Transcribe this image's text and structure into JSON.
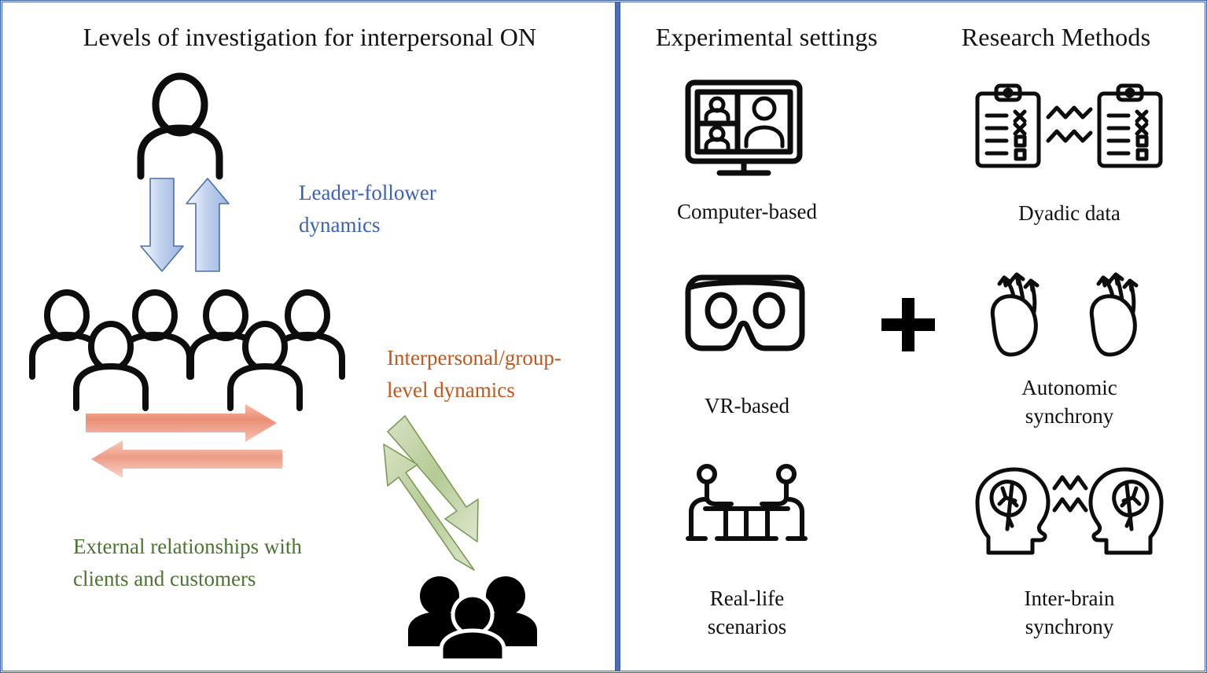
{
  "figure": {
    "border_color": "#3B5CA0",
    "divider_color": "#4A6DB5",
    "background": "#ffffff"
  },
  "left_panel": {
    "title": "Levels of investigation for interpersonal ON",
    "labels": [
      {
        "id": "leader-follower",
        "text": "Leader-follower dynamics",
        "line1": "Leader-follower",
        "line2": "dynamics",
        "color": "#3B62B5"
      },
      {
        "id": "interpersonal-group",
        "text": "Interpersonal/group-level dynamics",
        "line1": "Interpersonal/group-",
        "line2": "level dynamics",
        "color": "#C4561C"
      },
      {
        "id": "external-relationships",
        "text": "External relationships with clients and customers",
        "line1": "External relationships with",
        "line2": "clients and customers",
        "color": "#4C7430"
      }
    ],
    "icons": [
      {
        "name": "single-person-icon",
        "meaning": "individual leader"
      },
      {
        "name": "crowd-group-icon",
        "meaning": "group of six people"
      },
      {
        "name": "filled-people-group-icon",
        "meaning": "external clients and customers"
      }
    ],
    "arrows": [
      {
        "name": "vertical-bidirectional-arrows",
        "color": "#A8BCE3",
        "direction": "down-and-up"
      },
      {
        "name": "horizontal-bidirectional-arrows",
        "color": "#EDA08C",
        "direction": "right-and-left"
      },
      {
        "name": "diagonal-bidirectional-arrows",
        "color": "#BBCF9E",
        "direction": "down-right-and-up-left"
      }
    ]
  },
  "right_panel": {
    "columns": [
      {
        "id": "experimental-settings",
        "title": "Experimental settings",
        "items": [
          {
            "id": "computer-based",
            "icon": "video-call-monitor-icon",
            "label": "Computer-based",
            "line1": "Computer-based",
            "line2": ""
          },
          {
            "id": "vr-based",
            "icon": "vr-headset-icon",
            "label": "VR-based",
            "line1": "VR-based",
            "line2": ""
          },
          {
            "id": "real-life-scenarios",
            "icon": "two-people-at-table-icon",
            "label": "Real-life scenarios",
            "line1": "Real-life",
            "line2": "scenarios"
          }
        ]
      },
      {
        "id": "research-methods",
        "title": "Research Methods",
        "items": [
          {
            "id": "dyadic-data",
            "icon": "paired-clipboards-icon",
            "label": "Dyadic data",
            "line1": "Dyadic data",
            "line2": ""
          },
          {
            "id": "autonomic-synchrony",
            "icon": "paired-hearts-icon",
            "label": "Autonomic synchrony",
            "line1": "Autonomic",
            "line2": "synchrony"
          },
          {
            "id": "inter-brain-synchrony",
            "icon": "paired-brain-heads-icon",
            "label": "Inter-brain synchrony",
            "line1": "Inter-brain",
            "line2": "synchrony"
          }
        ]
      }
    ],
    "operator": {
      "name": "plus-operator",
      "symbol": "+"
    }
  }
}
